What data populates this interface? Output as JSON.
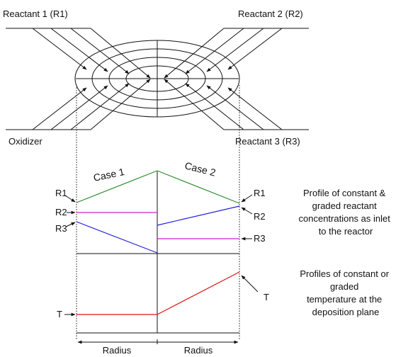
{
  "top": {
    "r1_label": "Reactant 1 (R1)",
    "r2_label": "Reactant 2 (R2)",
    "oxidizer_label": "Oxidizer",
    "r3_label": "Reactant 3 (R3)"
  },
  "profiles": {
    "case1_label": "Case 1",
    "case2_label": "Case 2",
    "left_r1": "R1",
    "left_r2": "R2",
    "left_r3": "R3",
    "right_r1": "R1",
    "right_r2": "R2",
    "right_r3": "R3",
    "left_t": "T",
    "right_t": "T",
    "radius_left": "Radius",
    "radius_right": "Radius"
  },
  "notes": {
    "concentration": [
      "Profile of constant &",
      "graded reactant",
      "concentrations as inlet",
      "to the reactor"
    ],
    "temperature": [
      "Profiles of constant or",
      "graded",
      "temperature at the",
      "deposition plane"
    ]
  },
  "colors": {
    "r1_line": "#2e8b2e",
    "r2_line": "#cc22cc",
    "r3_line": "#2222dd",
    "t_line": "#dd1111",
    "ink": "#111111"
  }
}
